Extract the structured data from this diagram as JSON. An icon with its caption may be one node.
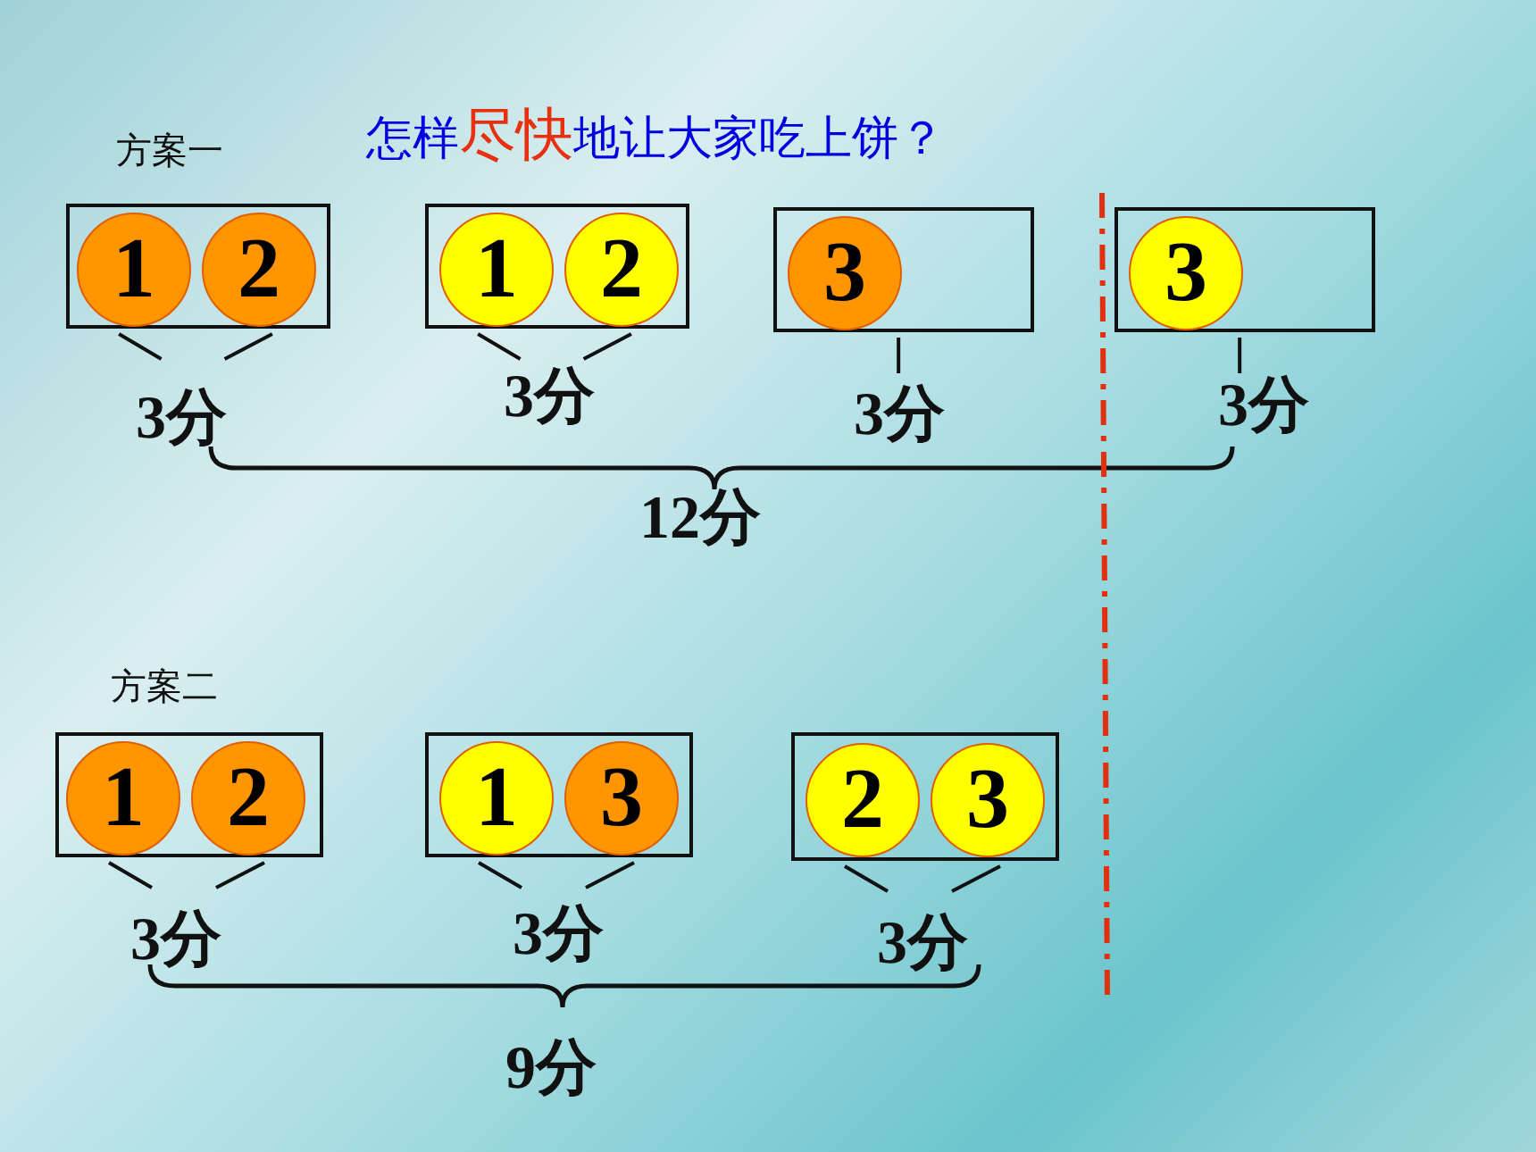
{
  "diagram": {
    "title": "怎样**尽快**地让大家吃上饼？",
    "nodes": [
      {
        "text": [],
        "shape": "box",
        "beside": [
          "3分"
        ]
      },
      {
        "text": [
          "1"
        ],
        "in": 0
      },
      {
        "text": [
          "2"
        ],
        "in": 0
      },
      {
        "text": [],
        "shape": "box",
        "beside": [
          "3分"
        ]
      },
      {
        "text": [
          "1"
        ],
        "in": 3
      },
      {
        "text": [
          "2"
        ],
        "in": 3
      },
      {
        "text": [],
        "shape": "box",
        "beside": [
          "3分"
        ]
      },
      {
        "text": [
          "3"
        ],
        "in": 6
      },
      {
        "text": [],
        "shape": "box",
        "beside": [
          "3分"
        ]
      },
      {
        "text": [
          "3"
        ],
        "in": 8
      },
      {
        "text": [],
        "shape": "box",
        "beside": [
          "3分"
        ]
      },
      {
        "text": [
          "1"
        ],
        "in": 10
      },
      {
        "text": [
          "2"
        ],
        "in": 10
      },
      {
        "text": [],
        "shape": "box",
        "beside": [
          "3分"
        ]
      },
      {
        "text": [
          "1"
        ],
        "in": 13
      },
      {
        "text": [
          "3"
        ],
        "in": 13
      },
      {
        "text": [],
        "shape": "box",
        "beside": [
          "3分"
        ]
      },
      {
        "text": [
          "2"
        ],
        "in": 16
      },
      {
        "text": [
          "3"
        ],
        "in": 16
      }
    ],
    "labels": [
      "方案一",
      "12分",
      "方案二",
      "9分"
    ]
  }
}
